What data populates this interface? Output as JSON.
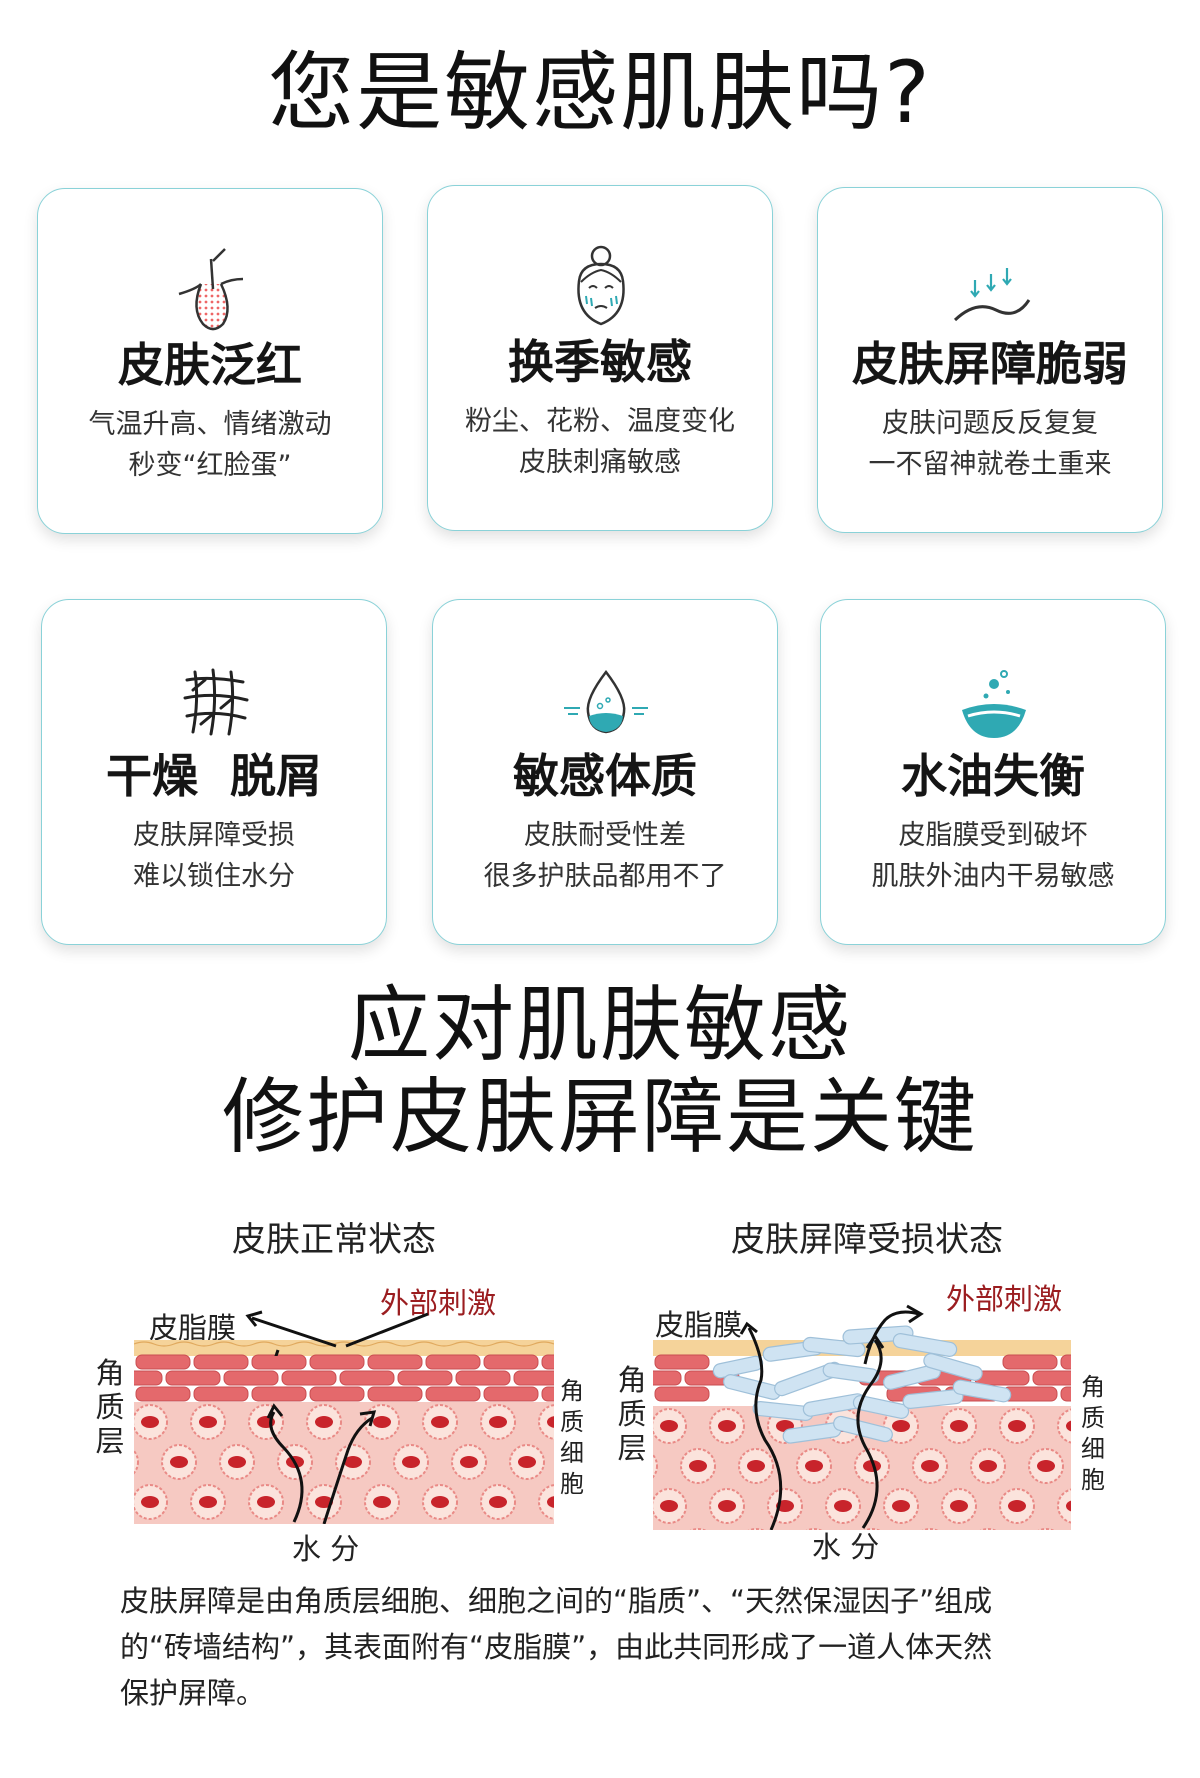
{
  "title1": "您是敏感肌肤吗?",
  "cards": [
    {
      "title": "皮肤泛红",
      "line1": "气温升高、情绪激动",
      "line2": "秒变“红脸蛋”",
      "icon": "hair-follicle-icon"
    },
    {
      "title": "换季敏感",
      "line1": "粉尘、花粉、温度变化",
      "line2": "皮肤刺痛敏感",
      "icon": "face-icon"
    },
    {
      "title": "皮肤屏障脆弱",
      "line1": "皮肤问题反反复复",
      "line2": "一不留神就卷土重来",
      "icon": "skin-arrows-icon"
    },
    {
      "title": "干燥  脱屑",
      "line1": "皮肤屏障受损",
      "line2": "难以锁住水分",
      "icon": "cracked-mesh-icon"
    },
    {
      "title": "敏感体质",
      "line1": "皮肤耐受性差",
      "line2": "很多护肤品都用不了",
      "icon": "water-drop-icon"
    },
    {
      "title": "水油失衡",
      "line1": "皮脂膜受到破坏",
      "line2": "肌肤外油内干易敏感",
      "icon": "oil-water-icon"
    }
  ],
  "title2": {
    "line1": "应对肌肤敏感",
    "line2": "修护皮肤屏障是关键"
  },
  "diagram_normal": {
    "title": "皮肤正常状态",
    "sebum": "皮脂膜",
    "stimulus": "外部刺激",
    "stratum": "角质层",
    "cells": "角质细胞",
    "water": "水 分"
  },
  "diagram_damaged": {
    "title": "皮肤屏障受损状态",
    "sebum": "皮脂膜",
    "stimulus": "外部刺激",
    "stratum": "角质层",
    "cells": "角质细胞",
    "water": "水 分"
  },
  "paragraph": {
    "line1": "皮肤屏障是由角质层细胞、细胞之间的“脂质”、“天然保湿因子”组成",
    "line2": "的“砖墙结构”，其表面附有“皮脂膜”，由此共同形成了一道人体天然",
    "line3": "保护屏障。"
  },
  "colors": {
    "card_border": "#8ad2d8",
    "accent_teal": "#2fa9b3",
    "stimulus_red": "#9b1d20",
    "brick": "#e4696c",
    "cell_bg": "#f6c9c2",
    "sebum": "#f5d39a"
  }
}
